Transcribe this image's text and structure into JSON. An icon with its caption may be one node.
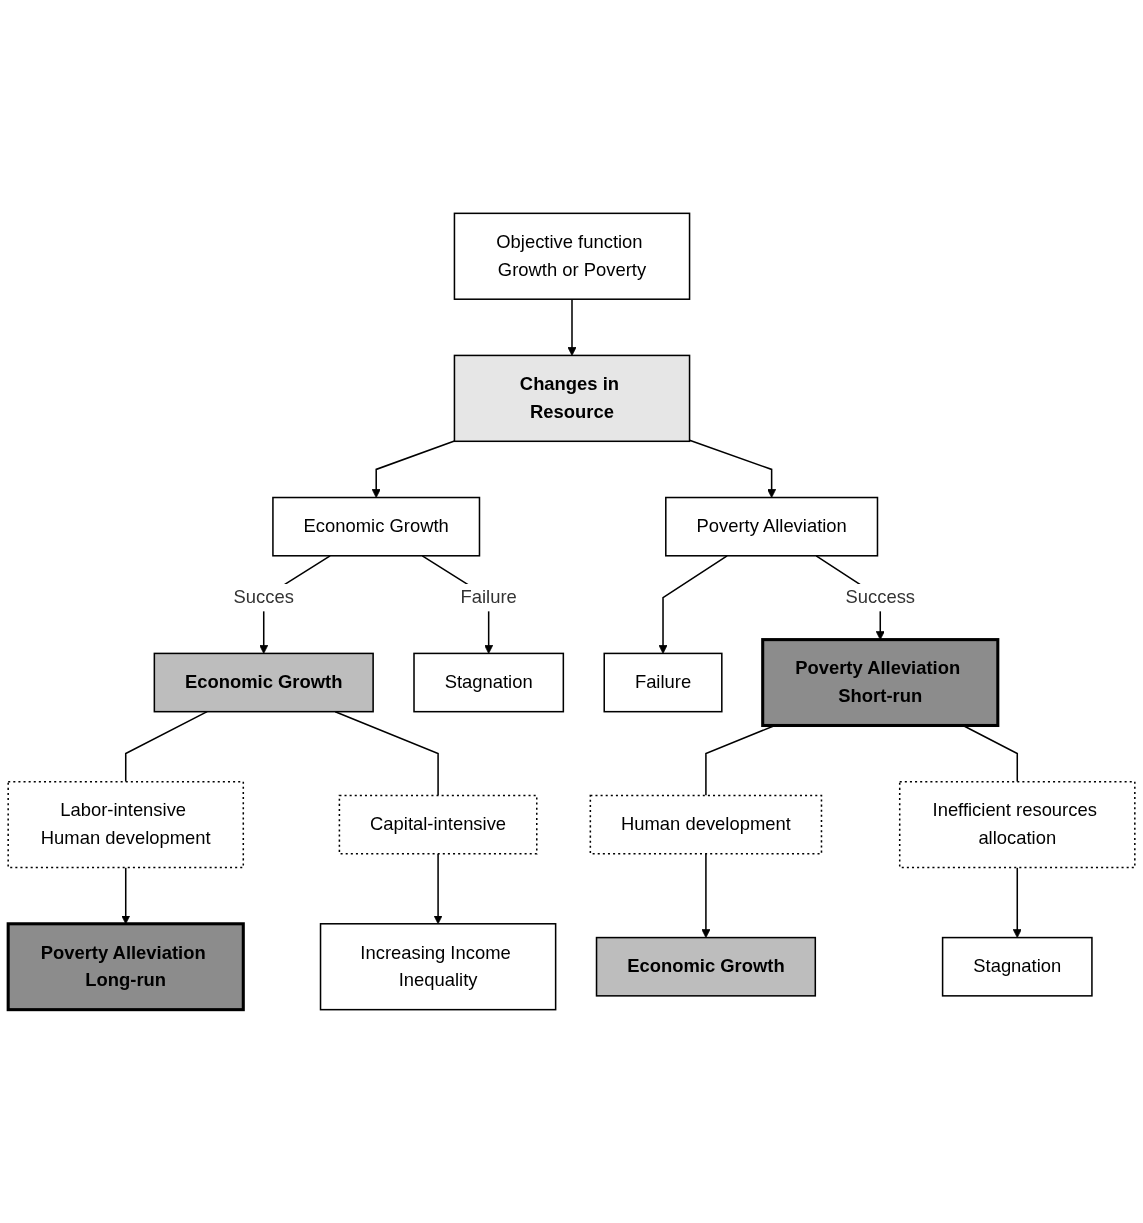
{
  "diagram": {
    "nodes": [
      {
        "text": [
          "Objective function Growth or Poverty"
        ]
      },
      {
        "text": [
          "Changes in Resource"
        ]
      },
      {
        "text": [
          "Economic Growth"
        ]
      },
      {
        "text": [
          "Poverty Alleviation"
        ]
      },
      {
        "text": [
          "Economic Growth"
        ]
      },
      {
        "text": [
          "Stagnation"
        ]
      },
      {
        "text": [
          "Failure"
        ]
      },
      {
        "text": [
          "Labor-intensive Human development"
        ]
      },
      {
        "text": [
          "Capital-intensive"
        ]
      },
      {
        "text": [
          "Poverty Alleviation Short-run"
        ]
      },
      {
        "text": [
          "Poverty Alleviation Long-run"
        ]
      },
      {
        "text": [
          "Increasing Income Inequality"
        ]
      },
      {
        "text": [
          "Human development"
        ]
      },
      {
        "text": [
          "Inefficient resources allocation"
        ]
      },
      {
        "text": [
          "Economic Growth"
        ]
      },
      {
        "text": [
          "Stagnation"
        ]
      }
    ],
    "edges": [
      {
        "from": 0,
        "to": 1,
        "arrow": "to"
      },
      {
        "from": 1,
        "to": 2,
        "arrow": "to"
      },
      {
        "from": 1,
        "to": 3,
        "arrow": "to"
      },
      {
        "from": 2,
        "to": 4,
        "arrow": "to",
        "label": "Succes"
      },
      {
        "from": 2,
        "to": 5,
        "arrow": "to",
        "label": "Failure"
      },
      {
        "from": 3,
        "to": 6,
        "arrow": "to"
      },
      {
        "from": 3,
        "to": 9,
        "arrow": "to",
        "label": "Success"
      },
      {
        "from": 4,
        "to": 7,
        "arrow": "none"
      },
      {
        "from": 4,
        "to": 8,
        "arrow": "none"
      },
      {
        "from": 7,
        "to": 10,
        "arrow": "to"
      },
      {
        "from": 8,
        "to": 11,
        "arrow": "to"
      },
      {
        "from": 9,
        "to": 12,
        "arrow": "none"
      },
      {
        "from": 9,
        "to": 13,
        "arrow": "none"
      },
      {
        "from": 12,
        "to": 14,
        "arrow": "to"
      },
      {
        "from": 13,
        "to": 15,
        "arrow": "to"
      }
    ]
  }
}
